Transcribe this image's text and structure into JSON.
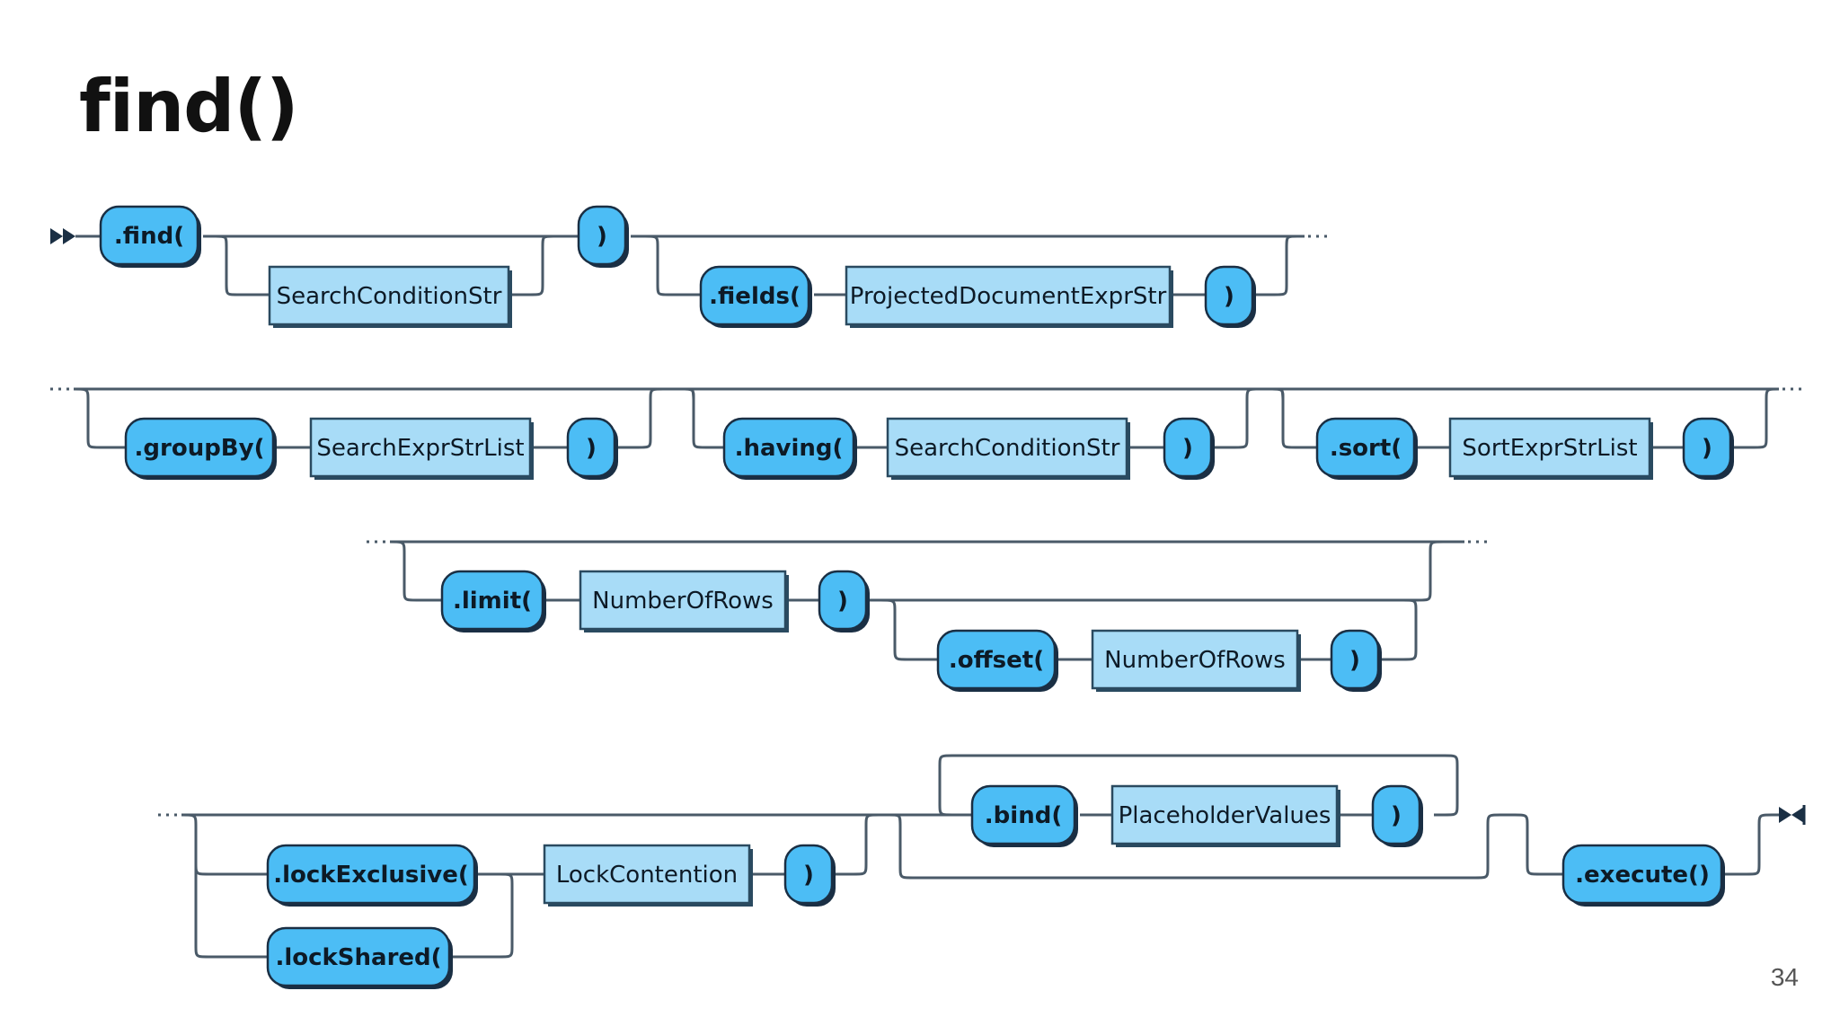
{
  "title": "find()",
  "page_number": "34",
  "rows": [
    {
      "terminals": [
        ".find(",
        ")",
        ".fields(",
        ")"
      ],
      "nonterminals": [
        "SearchConditionStr",
        "ProjectedDocumentExprStr"
      ]
    },
    {
      "terminals": [
        ".groupBy(",
        ")",
        ".having(",
        ")",
        ".sort(",
        ")"
      ],
      "nonterminals": [
        "SearchExprStrList",
        "SearchConditionStr",
        "SortExprStrList"
      ]
    },
    {
      "terminals": [
        ".limit(",
        ")",
        ".offset(",
        ")"
      ],
      "nonterminals": [
        "NumberOfRows",
        "NumberOfRows"
      ]
    },
    {
      "terminals": [
        ".lockExclusive(",
        ".lockShared(",
        ")",
        ".bind(",
        ")",
        ".execute()"
      ],
      "nonterminals": [
        "LockContention",
        "PlaceholderValues"
      ]
    }
  ],
  "colors": {
    "terminal_fill": "#4cbdf5",
    "nonterminal_fill": "#a8dcf7",
    "line": "#4a5a68"
  }
}
